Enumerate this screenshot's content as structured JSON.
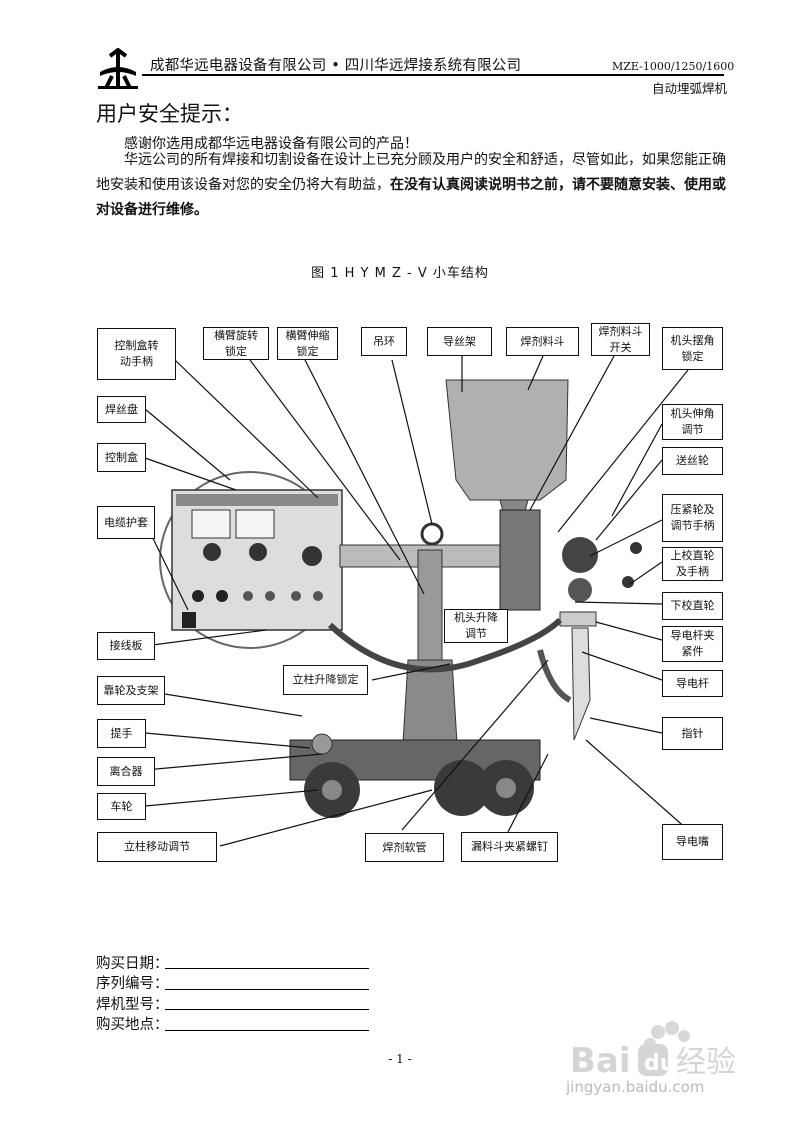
{
  "header": {
    "company": "成都华远电器设备有限公司 • 四川华远焊接系统有限公司",
    "model": "MZE-1000/1250/1600",
    "subtitle": "自动埋弧焊机"
  },
  "title": "用户安全提示：",
  "paragraphs": {
    "p1": "感谢你选用成都华远电器设备有限公司的产品！",
    "p2_normal": "华远公司的所有焊接和切割设备在设计上已充分顾及用户的安全和舒适，尽管如此，如果您能正确地安装和使用该设备对您的安全仍将大有助益，",
    "p2_bold": "在没有认真阅读说明书之前，请不要随意安装、使用或对设备进行维修。"
  },
  "figure_caption": "图 1    H Y M Z - V 小车结构",
  "labels": {
    "control_box_handle": "控制盒转\n动手柄",
    "arm_rotate_lock": "横臂旋转\n锁定",
    "arm_extend_lock": "横臂伸缩\n锁定",
    "lifting_ring": "吊环",
    "wire_guide_frame": "导丝架",
    "flux_hopper": "焊剂料斗",
    "flux_hopper_switch": "焊剂料斗\n开关",
    "head_swing_lock": "机头摆角\n锁定",
    "wire_reel": "焊丝盘",
    "head_extend_adjust": "机头伸角\n调节",
    "control_box": "控制盒",
    "feed_wheel": "送丝轮",
    "cable_sleeve": "电缆护套",
    "press_wheel_handle": "压紧轮及\n调节手柄",
    "upper_straightener": "上校直轮\n及手柄",
    "head_lift_adjust": "机头升降\n调节",
    "lower_straightener": "下校直轮",
    "terminal_board": "接线板",
    "contact_rod_clamp": "导电杆夹\n紧件",
    "column_lift_lock": "立柱升降锁定",
    "contact_rod": "导电杆",
    "guide_wheel_bracket": "靠轮及支架",
    "pointer": "指针",
    "handle": "提手",
    "clutch": "离合器",
    "wheel": "车轮",
    "contact_tip": "导电嘴",
    "column_move_adjust": "立柱移动调节",
    "flux_hose": "焊剂软管",
    "hopper_screw": "漏料斗夹紧螺钉"
  },
  "form": {
    "purchase_date": "购买日期：",
    "serial_no": "序列编号：",
    "machine_model": "焊机型号：",
    "purchase_place": "购买地点："
  },
  "page_number": "- 1 -",
  "watermark": {
    "brand": "Bai du 经验",
    "url": "jingyan.baidu.com"
  }
}
